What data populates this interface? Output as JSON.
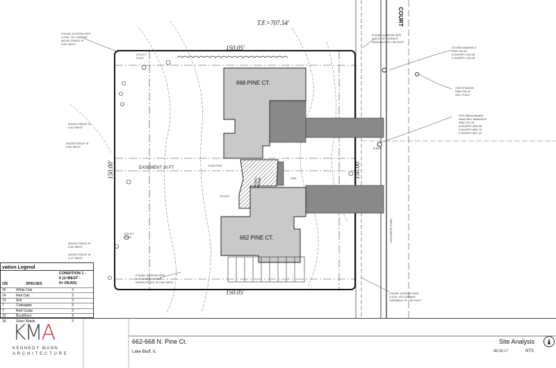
{
  "top_elevation": "T.F.=707.54'",
  "dim_top": "150.05'",
  "dim_left": "150.00'",
  "dim_right": "150.00'",
  "dim_bottom": "150.05'",
  "easement": "EASEMENT 20 FT",
  "electric": "ELECTRIC",
  "gas": "GAS",
  "stoop": "STOOP",
  "building_north": "668 PINE CT.",
  "building_south": "662 PINE CT.",
  "rotated_building": "TWO STORY\nBRK. FRAME",
  "utility_pole_top": "UTILITY\nPOLE",
  "utility_pole_left": "UTILITY\nPOLE",
  "street": "COURT",
  "notes": {
    "found_pipe_nw": "FOUND 3/4\"IRON PIPE\n0.03'N. OF CORNER\nWOOD FENCE IS\n0.60' WEST",
    "found_pipe_ne": "FOUND 1/8\"IRON PIPE\n0.01'N. OF CORNER\nSIDEWALK IS 1.90' EAST",
    "found_pipe_se": "FOUND 1/8\"IRON PIPE\n0.01'N. OF CORNER\nSIDEWALK IS 1.80' EAST",
    "found_pipe_sw": "FOUND 3/4\"IRON PIPE\n0.04'W OF CORNER\nWOOD FENCE IS 0.80' WEST",
    "storm_manhole": "STORM MANHOLE\nRIM=703.41'\nE.INVERT=700.06'\nS.INVERT=700.06'",
    "catch_basin": "CATCH BASIN\nRIM=703.41'\nINV.=\"FULL\"",
    "site_benchmark": "SITE BENCHMARK\nSANITARY MANHOLE\nRIM=703.76'\nN.INVERT=695.36'\nS.INVERT=695.76'\nE.INVERT=697.21'",
    "wood_fence_1": "WOOD FENCE IS\n0.60' WEST",
    "wood_fence_2": "WOOD FENCE IS\n0.50' WEST",
    "wood_fence_3": "WOOD FENCE IS\n0.50' WEST",
    "wood_fence_4": "WOOD FENCE IS\n0.12' WEST",
    "bbox": "B-BOX",
    "concrete_curb": "CONCRETE CURB"
  },
  "legend": {
    "title": "vation Legend",
    "col_size": "IZE",
    "col_species": "SPECIES",
    "col_condition": "CONDITION 1 -\n6   (1=BEST -\n6= DEAD)",
    "rows": [
      {
        "size": "30",
        "species": "White Oak",
        "condition": "3"
      },
      {
        "size": "14",
        "species": "Red Oak",
        "condition": "3"
      },
      {
        "size": "13",
        "species": "Ash",
        "condition": "3"
      },
      {
        "size": "7",
        "species": "Crabapple",
        "condition": "3"
      },
      {
        "size": "7",
        "species": "Red Cedar",
        "condition": "3"
      },
      {
        "size": "13",
        "species": "Buckthorn",
        "condition": "3"
      },
      {
        "size": "18",
        "species": "Silver Maple",
        "condition": "3"
      }
    ]
  },
  "titleblock": {
    "logo_letters": "KM",
    "logo_accent": "A",
    "logo_line1": "KENNEDY MANN",
    "logo_line2": "ARCHITECTURE",
    "project": "662-668 N. Pine Ct.",
    "location": "Lake Bluff, IL",
    "sheet": "Site Analysis",
    "date": "08.30.17",
    "scale": "NTS"
  },
  "colors": {
    "building": "#c9c9c9",
    "hatch": "#8a8a8a",
    "line": "#222222",
    "accent": "#c8302a"
  }
}
